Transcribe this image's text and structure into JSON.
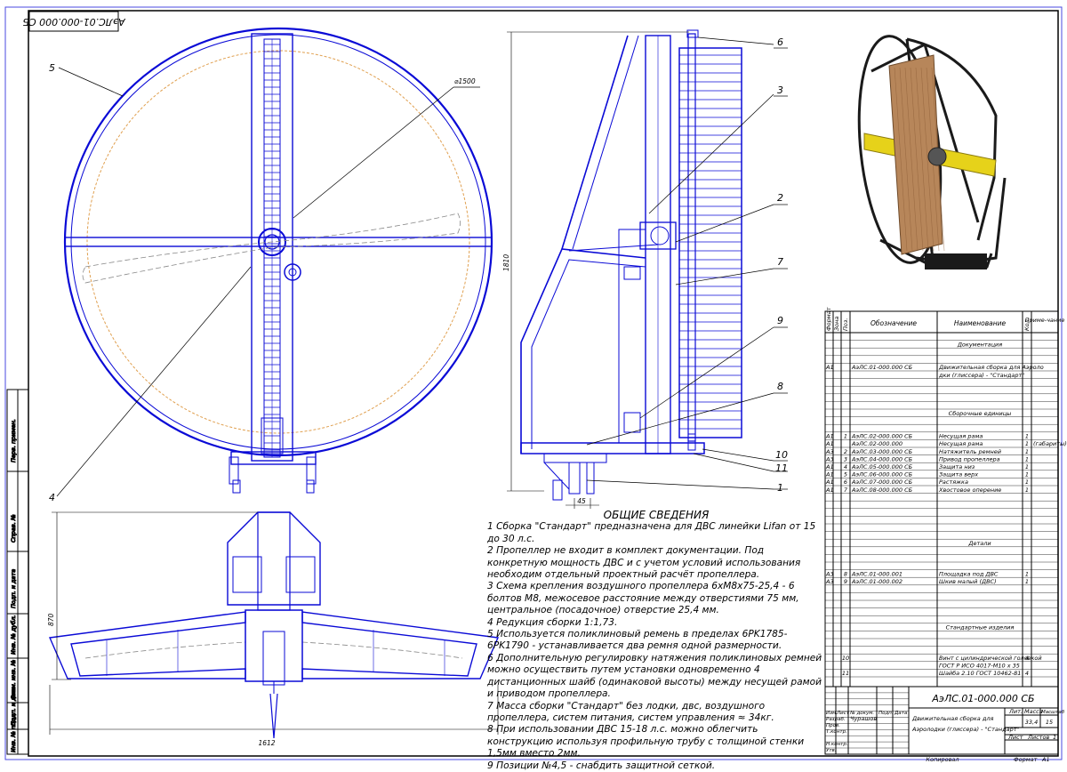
{
  "drawing": {
    "code_mirrored": "АэЛС.01-000.000 СБ",
    "dim_diameter": "⌀1500",
    "dim_height": "1810",
    "dim_width": "1612",
    "dim_side_height": "870",
    "dim_offset": "45",
    "callouts": [
      "1",
      "2",
      "3",
      "4",
      "5",
      "6",
      "7",
      "8",
      "9",
      "10",
      "11"
    ]
  },
  "side_stamp": [
    "Перв. примен.",
    "Справ. №",
    "Подп. и дата",
    "Инв. № дубл.",
    "Взам. инв. №",
    "Подп. и дата",
    "Инв. № подл."
  ],
  "notes": {
    "title": "ОБЩИЕ СВЕДЕНИЯ",
    "items": [
      "1 Сборка \"Стандарт\" предназначена для ДВС линейки Lifan от 15 до 30 л.с.",
      "2 Пропеллер не входит в комплект документации. Под конкретную мощность ДВС и с учетом условий использования необходим отдельный проектный расчёт пропеллера.",
      "3 Схема крепления воздушного пропеллера 6хМ8х75-25,4 - 6 болтов М8, межосевое расстояние между отверстиями 75 мм, центральное (посадочное) отверстие 25,4 мм.",
      "4 Редукция сборки 1:1,73.",
      "5 Используется поликлиновый ремень в пределах 6PK1785-6PK1790 - устанавливается два ремня одной размерности.",
      "6 Дополнительную регулировку натяжения поликлиновых ремней можно осуществить путем установки одновременно 4 дистанционных шайб (одинаковой высоты) между несущей рамой и приводом пропеллера.",
      "7 Масса сборки \"Стандарт\" без лодки, двс, воздушного пропеллера, систем питания, систем управления ≈ 34кг.",
      "8 При использовании ДВС 15-18 л.с. можно облегчить конструкцию используя профильную трубу с толщиной стенки 1,5мм вместо 2мм.",
      "9 Позиции №4,5 - снабдить защитной сеткой."
    ]
  },
  "spec_table": {
    "headers": [
      "Формат",
      "Зона",
      "Поз.",
      "Обозначение",
      "Наименование",
      "Кол.",
      "Приме-чание"
    ],
    "rows": [
      {
        "fmt": "",
        "zone": "",
        "pos": "",
        "code": "",
        "name": "Документация",
        "qty": "",
        "note": "",
        "section": true
      },
      {
        "fmt": "А1",
        "zone": "",
        "pos": "",
        "code": "АэЛС.01-000.000 СБ",
        "name": "Движительная сборка для Аэролодки (глиссера) - \"Стандарт\"",
        "qty": "",
        "note": ""
      },
      {
        "fmt": "",
        "zone": "",
        "pos": "",
        "code": "",
        "name": "Сборочные единицы",
        "qty": "",
        "note": "",
        "section": true
      },
      {
        "fmt": "А1",
        "zone": "",
        "pos": "1",
        "code": "АэЛС.02-000.000 СБ",
        "name": "Несущая рама",
        "qty": "1",
        "note": ""
      },
      {
        "fmt": "А1",
        "zone": "",
        "pos": "",
        "code": "АэЛС.02-000.000",
        "name": "Несущая рама",
        "qty": "1",
        "note": "(габариты)"
      },
      {
        "fmt": "А3",
        "zone": "",
        "pos": "2",
        "code": "АэЛС.03-000.000 СБ",
        "name": "Натяжитель ремней",
        "qty": "1",
        "note": ""
      },
      {
        "fmt": "А3",
        "zone": "",
        "pos": "3",
        "code": "АэЛС.04-000.000 СБ",
        "name": "Привод пропеллера",
        "qty": "1",
        "note": ""
      },
      {
        "fmt": "А1",
        "zone": "",
        "pos": "4",
        "code": "АэЛС.05-000.000 СБ",
        "name": "Защита низ",
        "qty": "1",
        "note": ""
      },
      {
        "fmt": "А1",
        "zone": "",
        "pos": "5",
        "code": "АэЛС.06-000.000 СБ",
        "name": "Защита верх",
        "qty": "1",
        "note": ""
      },
      {
        "fmt": "А1",
        "zone": "",
        "pos": "6",
        "code": "АэЛС.07-000.000 СБ",
        "name": "Растяжка",
        "qty": "1",
        "note": ""
      },
      {
        "fmt": "А1",
        "zone": "",
        "pos": "7",
        "code": "АэЛС.08-000.000 СБ",
        "name": "Хвостовое оперение",
        "qty": "1",
        "note": ""
      },
      {
        "fmt": "",
        "zone": "",
        "pos": "",
        "code": "",
        "name": "Детали",
        "qty": "",
        "note": "",
        "section": true
      },
      {
        "fmt": "А3",
        "zone": "",
        "pos": "8",
        "code": "АэЛС.01-000.001",
        "name": "Площадка под ДВС",
        "qty": "1",
        "note": ""
      },
      {
        "fmt": "А3",
        "zone": "",
        "pos": "9",
        "code": "АэЛС.01-000.002",
        "name": "Шкив малый (ДВС)",
        "qty": "1",
        "note": ""
      },
      {
        "fmt": "",
        "zone": "",
        "pos": "",
        "code": "",
        "name": "Стандартные изделия",
        "qty": "",
        "note": "",
        "section": true
      },
      {
        "fmt": "",
        "zone": "",
        "pos": "10",
        "code": "",
        "name": "Винт с цилиндрической головкой ГОСТ Р ИСО 4017-М10 х 35",
        "qty": "4",
        "note": ""
      },
      {
        "fmt": "",
        "zone": "",
        "pos": "11",
        "code": "",
        "name": "Шайба 2.10 ГОСТ 10462-81",
        "qty": "4",
        "note": ""
      }
    ]
  },
  "title_block": {
    "designation": "АэЛС.01-000.000 СБ",
    "name": "Движительная сборка для Аэролодки (глиссера) - \"Стандарт\"",
    "lit": "Лит.",
    "mass_label": "Масса",
    "scale_label": "Масштаб",
    "mass": "33,4",
    "scale": "15",
    "sheet_label": "Лист",
    "sheets_label": "Листов",
    "sheets": "1",
    "row_labels": [
      "Изм.",
      "Лист",
      "№ докум.",
      "Подп.",
      "Дата",
      "Разраб.",
      "Пров.",
      "Т.контр.",
      "",
      "Н.контр.",
      "Утв."
    ],
    "developer": "Чурашов",
    "copied": "Копировал",
    "format_label": "Формат",
    "format": "А1"
  },
  "colors": {
    "line": "#0a0ad6",
    "frame": "#1a1a1a",
    "hidden": "#e0a050",
    "board": "#b7865a",
    "yellow": "#e6d21a"
  }
}
